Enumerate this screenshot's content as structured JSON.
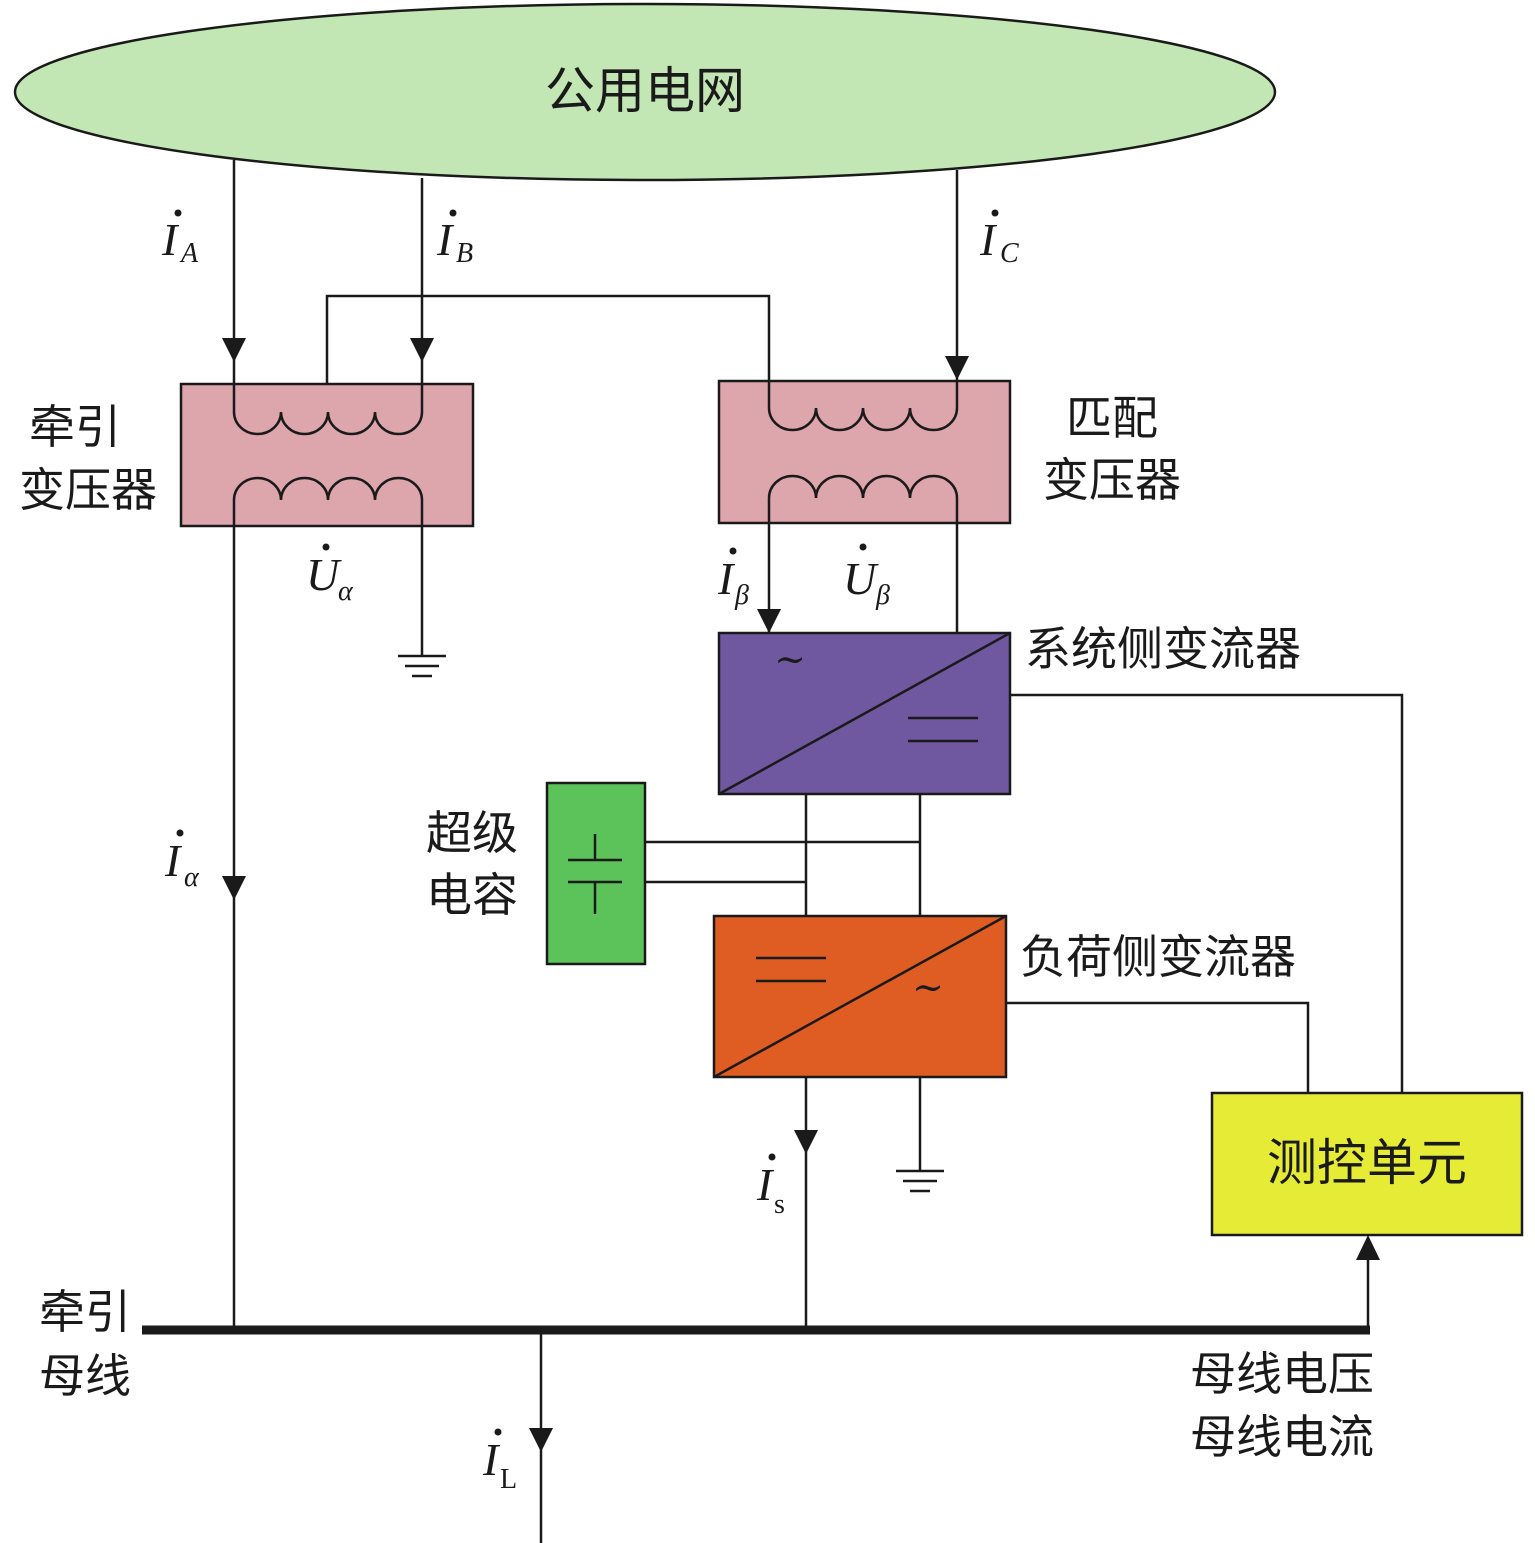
{
  "colors": {
    "grid": "#c3e6b5",
    "transformer": "#dda5ac",
    "system_converter": "#6f589f",
    "load_converter": "#df5d23",
    "supercap": "#5cc35a",
    "control_unit": "#e6eb35",
    "line": "#1a1a1a"
  },
  "labels": {
    "grid": "公用电网",
    "traction_transformer_1": "牵引",
    "traction_transformer_2": "变压器",
    "matching_transformer_1": "匹配",
    "matching_transformer_2": "变压器",
    "system_converter": "系统侧变流器",
    "load_converter": "负荷侧变流器",
    "supercap_1": "超级",
    "supercap_2": "电容",
    "control_unit": "测控单元",
    "traction_bus_1": "牵引",
    "traction_bus_2": "母线",
    "bus_voltage": "母线电压",
    "bus_current": "母线电流",
    "ac_symbol": "~"
  },
  "currents": {
    "IA": {
      "main": "I",
      "sub": "A"
    },
    "IB": {
      "main": "I",
      "sub": "B"
    },
    "IC": {
      "main": "I",
      "sub": "C"
    },
    "Ualpha": {
      "main": "U",
      "sub": "α"
    },
    "Ubeta": {
      "main": "U",
      "sub": "β"
    },
    "Ibeta": {
      "main": "I",
      "sub": "β"
    },
    "Ialpha": {
      "main": "I",
      "sub": "α"
    },
    "Is": {
      "main": "I",
      "sub": "s"
    },
    "IL": {
      "main": "I",
      "sub": "L"
    }
  }
}
